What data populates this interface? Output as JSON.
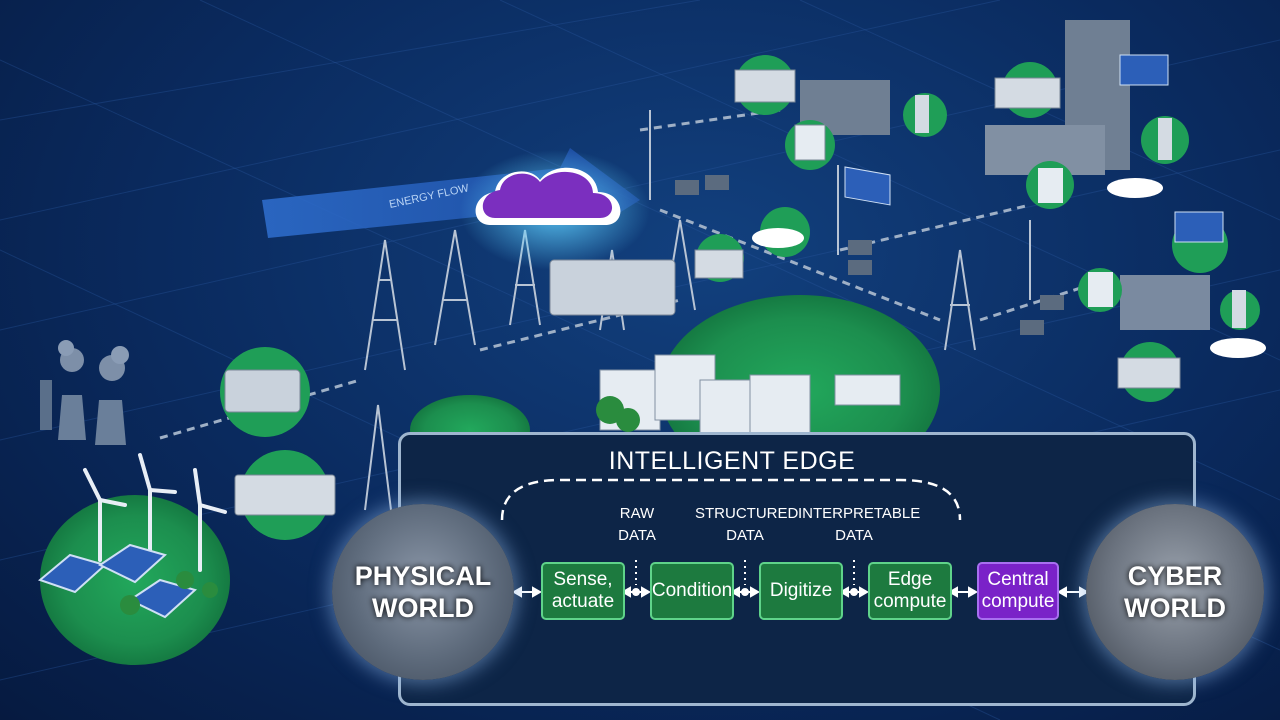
{
  "title": "INTELLIGENT EDGE",
  "energy_flow_label": "ENERGY FLOW",
  "worlds": {
    "physical": "PHYSICAL WORLD",
    "cyber": "CYBER WORLD"
  },
  "data_labels": {
    "raw": "RAW DATA",
    "structured": "STRUCTURED DATA",
    "interpretable": "INTERPRETABLE DATA"
  },
  "stages": {
    "sense": "Sense, actuate",
    "condition": "Condition",
    "digitize": "Digitize",
    "edge": "Edge compute",
    "central": "Central compute"
  },
  "colors": {
    "background": "#0a2a5e",
    "panel": "#0d2547",
    "panel_border": "#9fb6cf",
    "stage_green": "#1d7a3f",
    "stage_green_border": "#5fd38a",
    "central_purple": "#7a22c8",
    "node_green": "#1f9e57",
    "cloud_purple": "#7b2fbf"
  }
}
